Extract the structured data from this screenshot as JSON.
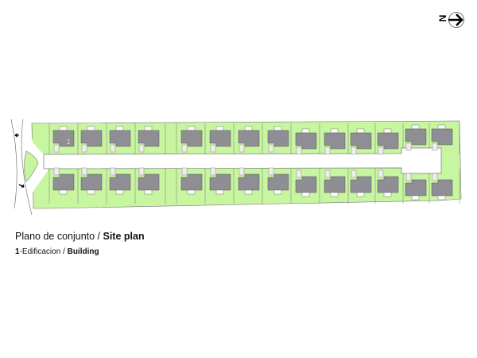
{
  "north_arrow": {
    "letter": "N",
    "icon": "north-arrow-icon"
  },
  "plan": {
    "building_label": "1",
    "colors": {
      "lot": "#c8f5a0",
      "building": "#8e8e94",
      "road": "#ffffff",
      "line": "#777777"
    }
  },
  "caption": {
    "title_es": "Plano de conjunto / ",
    "title_en": "Site plan",
    "legend_num": "1",
    "legend_es": "-Edificacion / ",
    "legend_en": "Building"
  }
}
